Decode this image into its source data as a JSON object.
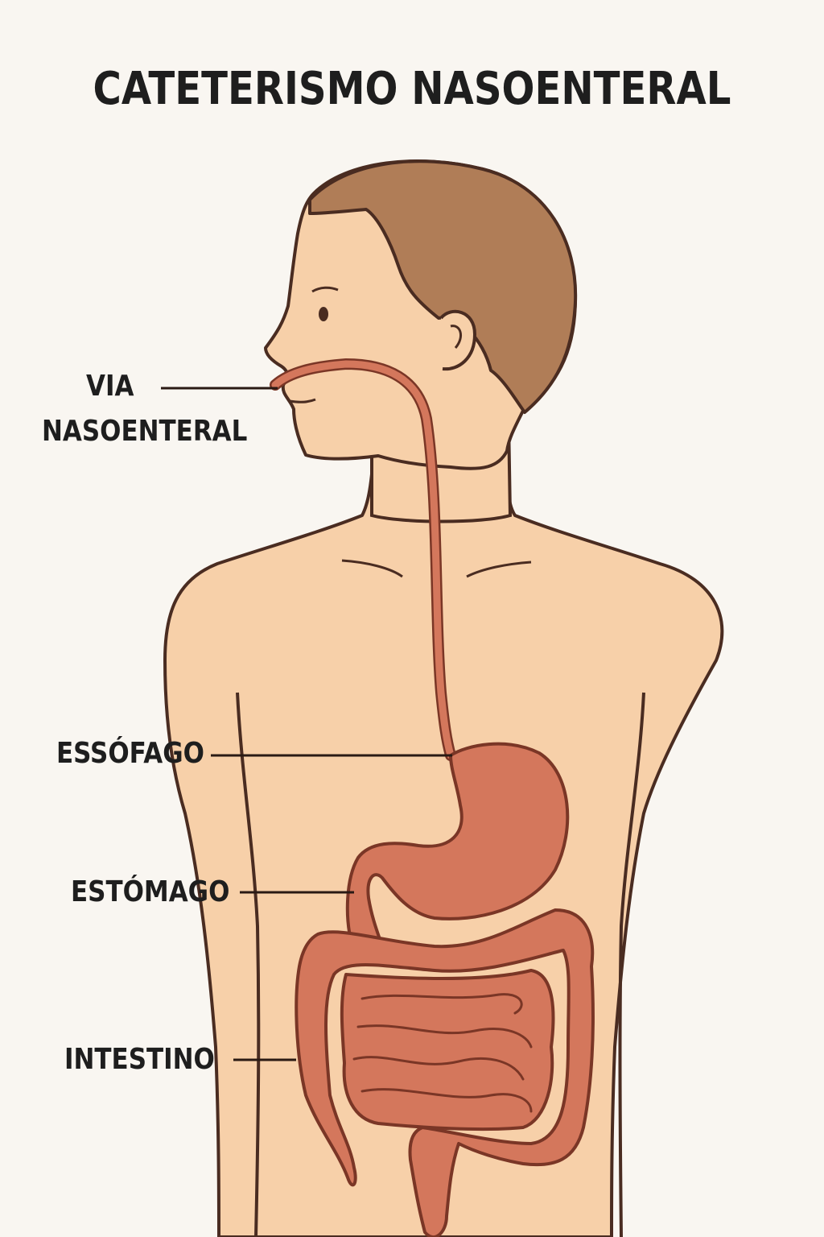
{
  "title": "CATETERISMO NASOENTERAL",
  "labels": {
    "via": [
      "VIA",
      "NASOENTERAL"
    ],
    "esofago": "ESSÓFAGO",
    "estomago": "ESTÓMAGO",
    "intestino": "INTESTINO"
  },
  "colors": {
    "background": "#f9f6f1",
    "skin": "#f7d0a9",
    "hair": "#b07d57",
    "outline": "#4a2c21",
    "organ": "#d4775c",
    "organ_outline": "#7a3626",
    "tube": "#d4775c",
    "text": "#1e1e1e"
  }
}
